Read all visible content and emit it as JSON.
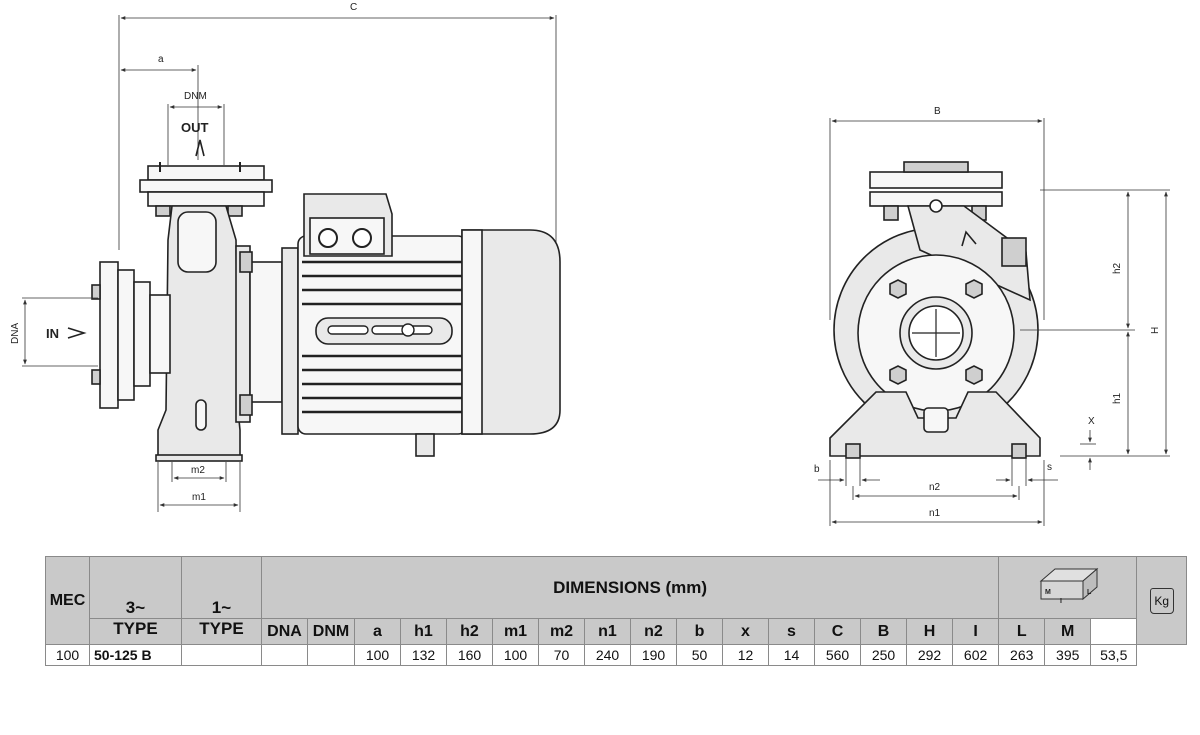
{
  "drawing": {
    "side_labels": {
      "C": "C",
      "a": "a",
      "DNM": "DNM",
      "OUT": "OUT",
      "IN": "IN",
      "DNA": "DNA",
      "m2": "m2",
      "m1": "m1"
    },
    "front_labels": {
      "B": "B",
      "h2": "h2",
      "H": "H",
      "h1": "h1",
      "X": "X",
      "b": "b",
      "s": "s",
      "n2": "n2",
      "n1": "n1"
    }
  },
  "table": {
    "mec": "MEC",
    "three_phase": "3~",
    "type3": "TYPE",
    "one_phase": "1~",
    "type1": "TYPE",
    "dimensions_title": "DIMENSIONS (mm)",
    "packing_icon_labels": [
      "M",
      "I",
      "L"
    ],
    "weight_icon_label": "Kg",
    "dimension_columns": [
      "DNA",
      "DNM",
      "a",
      "h1",
      "h2",
      "m1",
      "m2",
      "n1",
      "n2",
      "b",
      "x",
      "s",
      "C",
      "B",
      "H",
      "I",
      "L",
      "M"
    ],
    "row": {
      "mec": "100",
      "type3": "50-125 B",
      "type1": "",
      "values": [
        "",
        "",
        "100",
        "132",
        "160",
        "100",
        "70",
        "240",
        "190",
        "50",
        "12",
        "14",
        "560",
        "250",
        "292",
        "602",
        "263",
        "395"
      ],
      "weight": "53,5"
    }
  }
}
